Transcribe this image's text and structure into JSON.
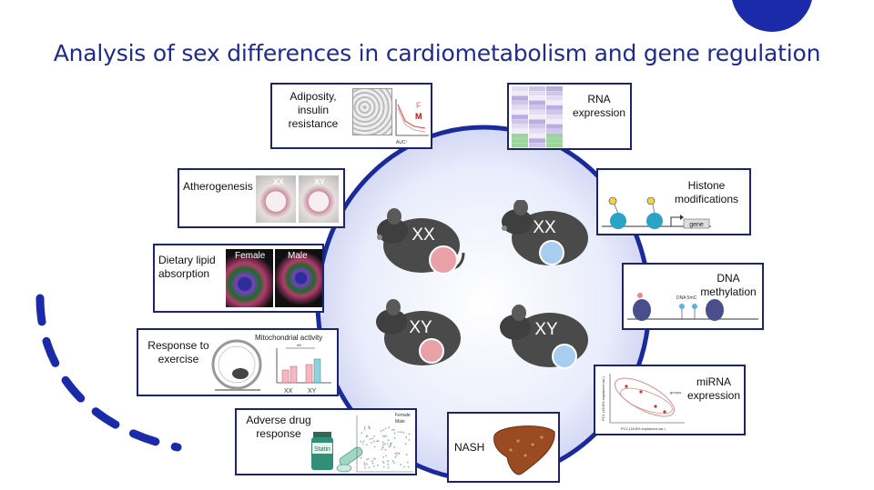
{
  "title": "Analysis of sex differences in cardiometabolism and gene regulation",
  "mice": [
    "XX",
    "XX",
    "XY",
    "XY"
  ],
  "boxes": {
    "adiposity": {
      "label": "Adiposity, insulin resistance",
      "chart_f": "F",
      "chart_m": "M",
      "chart_axis": "AUC⁺"
    },
    "atherogenesis": {
      "label": "Atherogenesis",
      "img_left": "XX",
      "img_right": "XY"
    },
    "lipid": {
      "label": "Dietary lipid absorption",
      "img_left": "Female",
      "img_right": "Male"
    },
    "exercise": {
      "label": "Response to exercise",
      "chart_title": "Mitochondrial activity",
      "sig": "**",
      "x1": "XX",
      "x2": "XY"
    },
    "drug": {
      "label": "Adverse drug response",
      "bottle": "Statin",
      "legend_female": "Female",
      "legend_male": "Male"
    },
    "nash": {
      "label": "NASH"
    },
    "rna": {
      "label": "RNA expression"
    },
    "histone": {
      "label": "Histone modifications",
      "gene": "gene"
    },
    "dna": {
      "label": "DNA methylation",
      "mark": "DNA 5mC"
    },
    "mirna": {
      "label": "miRNA expression",
      "xaxis": "PC2 (18.8% explained var.)",
      "yaxis": "PC1 (18.8% explained var.)",
      "legend": "groups"
    }
  },
  "colors": {
    "title": "#1f2b8f",
    "border": "#1c2370",
    "circle": "#1a2a9c",
    "pink": "#e9a0a6",
    "blue": "#a9cdef"
  }
}
